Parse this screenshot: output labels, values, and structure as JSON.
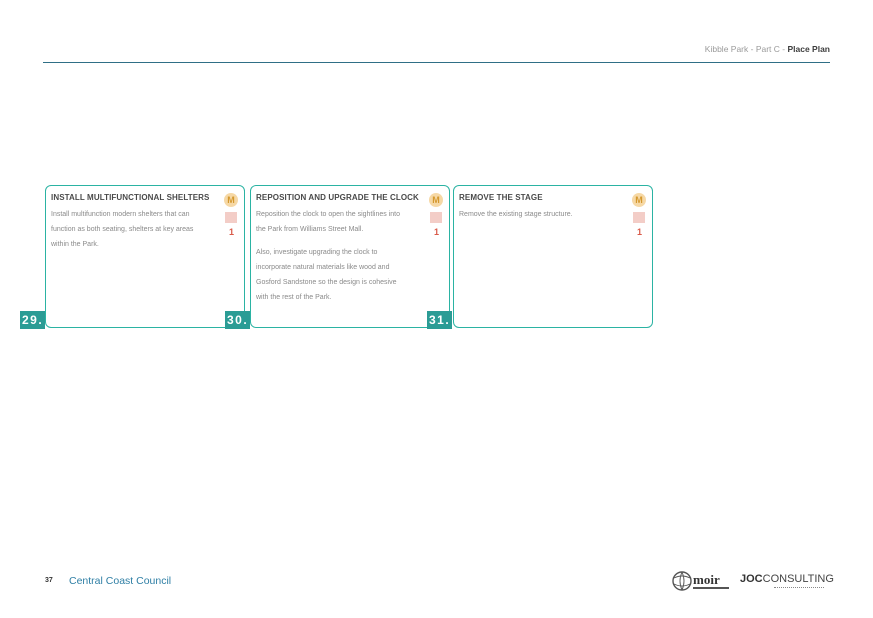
{
  "header": {
    "title_prefix": "Kibble Park - Part C - ",
    "title_strong": "Place Plan"
  },
  "cards": [
    {
      "number": "29.",
      "title": "Install multifunctional shelters",
      "body": [
        "Install multifunction modern shelters that can function as both seating, shelters at key areas within the Park."
      ],
      "badge_letter": "M",
      "badge_number": "1"
    },
    {
      "number": "30.",
      "title": "Reposition and upgrade the clock",
      "body": [
        "Reposition the clock to open the sightlines into the Park from Williams Street Mall.",
        "Also, investigate upgrading the clock to incorporate natural materials like wood and Gosford Sandstone so the design is cohesive with the rest of the Park."
      ],
      "badge_letter": "M",
      "badge_number": "1"
    },
    {
      "number": "31.",
      "title": "Remove the stage",
      "body": [
        "Remove the existing stage structure."
      ],
      "badge_letter": "M",
      "badge_number": "1"
    }
  ],
  "footer": {
    "page_number": "37",
    "council": "Central Coast Council",
    "logo_moir": "moir",
    "logo_joc_bold": "JOC",
    "logo_joc_rest": "CONSULTING"
  },
  "colors": {
    "accent_teal": "#2b9c95",
    "card_border": "#2bb3a3",
    "badge_orange": "#f6d8a5",
    "badge_red": "#d95b4a",
    "rule": "#2f6f86"
  }
}
